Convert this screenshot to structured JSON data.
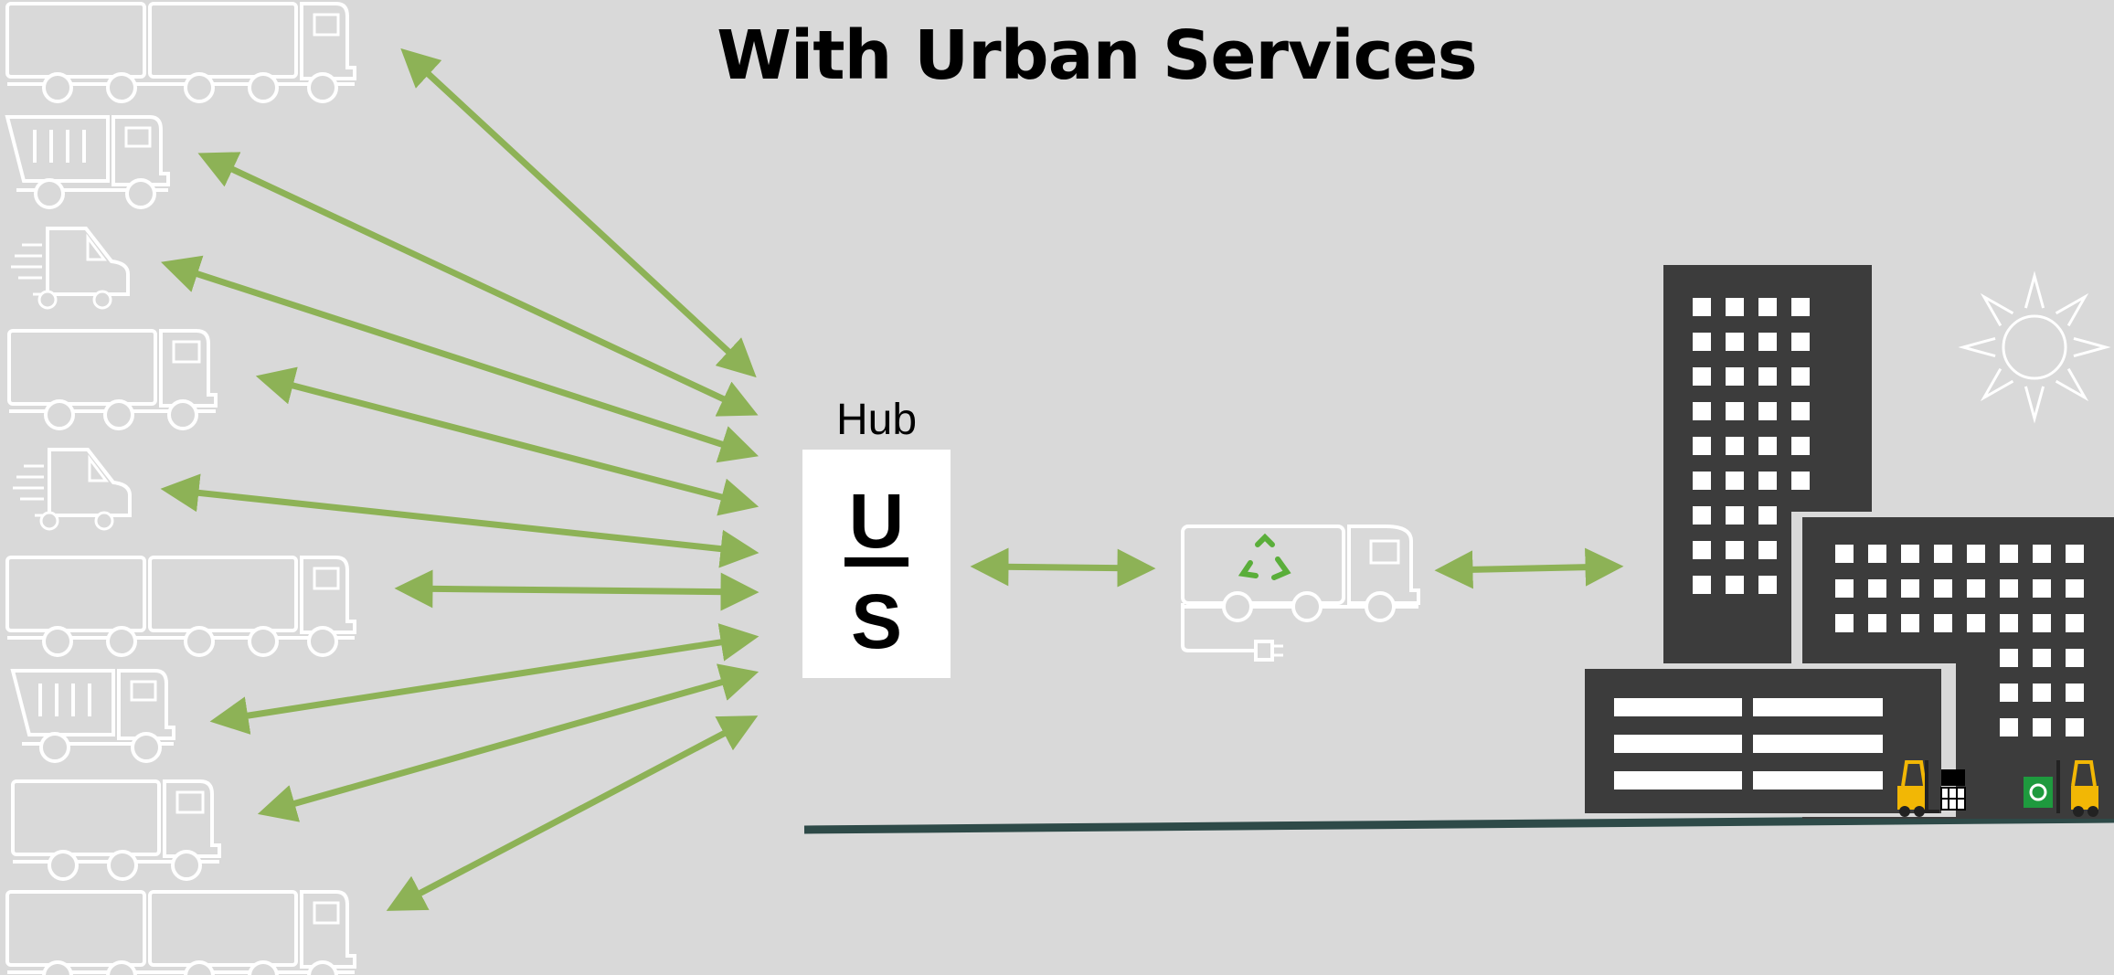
{
  "title": "With Urban Services",
  "hub": {
    "label": "Hub",
    "logo_top": "U",
    "logo_bottom": "S"
  },
  "colors": {
    "background": "#d9d9d9",
    "arrow": "#8db256",
    "vehicle_outline": "#ffffff",
    "building": "#3c3c3c",
    "ground": "#2e4a48",
    "forklift": "#f2b705",
    "recycle_green": "#5aae3a"
  },
  "icons": [
    "truck-trailer-icon",
    "tipper-truck-icon",
    "fast-van-icon",
    "box-truck-icon",
    "electric-recycle-truck-icon",
    "sun-icon",
    "forklift-icon",
    "recycle-bin-icon",
    "waste-bin-icon"
  ],
  "diagram": {
    "left_vehicles": [
      "truck-trailer",
      "tipper-truck",
      "fast-van",
      "box-truck",
      "fast-van",
      "truck-trailer",
      "tipper-truck",
      "box-truck",
      "truck-trailer"
    ],
    "arrow_count_left": 9,
    "arrows_right": [
      "hub-to-electric-truck",
      "electric-truck-to-city"
    ]
  }
}
